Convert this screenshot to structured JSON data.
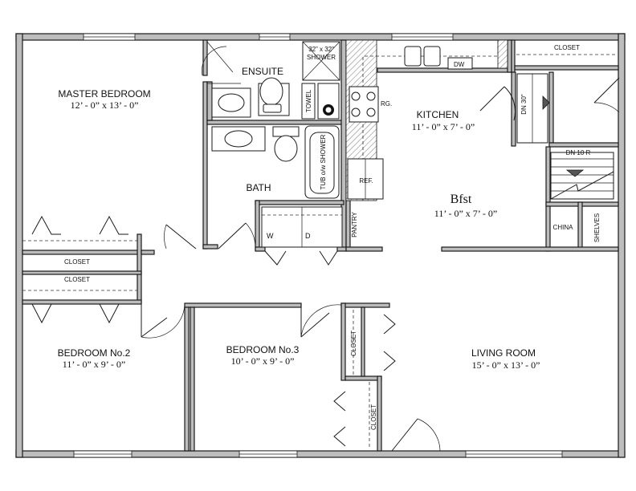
{
  "rooms": {
    "master": {
      "name": "MASTER BEDROOM",
      "dims": "12’ - 0” x 13’ - 0”"
    },
    "ensuite": {
      "name": "ENSUITE"
    },
    "shower": {
      "line1": "32” x 32”",
      "line2": "SHOWER"
    },
    "towel": "TOWEL",
    "kitchen": {
      "name": "KITCHEN",
      "dims": "11’ - 0” x 7’ - 0”"
    },
    "rg": "RG.",
    "dw": "DW",
    "ref": "REF.",
    "pantry": "PANTRY",
    "bath": {
      "name": "BATH"
    },
    "tub": "TUB o/w SHOWER",
    "washer": "W",
    "dryer": "D",
    "bfst": {
      "name": "Bfst",
      "dims": "11’ - 0” x 7’ - 0”"
    },
    "china": "CHINA",
    "shelves": "SHELVES",
    "closet_top": "CLOSET",
    "stair_dn30": "DN 30\"",
    "stair_dn10r": "DN 10 R",
    "master_closet": "CLOSET",
    "bed2_closet": "CLOSET",
    "bed2": {
      "name": "BEDROOM No.2",
      "dims": "11’ - 0” x 9’ - 0”"
    },
    "bed3": {
      "name": "BEDROOM No.3",
      "dims": "10’ - 0” x 9’ - 0”"
    },
    "closet_v1": "CLOSET",
    "closet_v2": "CLOSET",
    "living": {
      "name": "LIVING ROOM",
      "dims": "15’ - 0” x 13’ - 0”"
    }
  }
}
